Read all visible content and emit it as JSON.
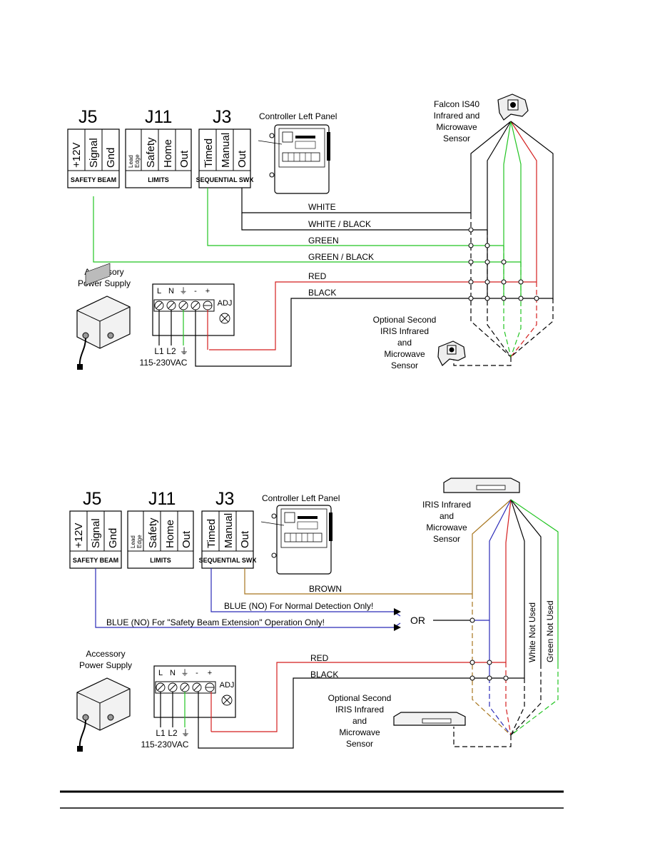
{
  "diagram1": {
    "j5": {
      "title": "J5",
      "terms": [
        "+12V",
        "Signal",
        "Gnd"
      ],
      "caption": "SAFETY BEAM"
    },
    "j11": {
      "title": "J11",
      "lead_top": "Lead",
      "lead_bottom": "Edge",
      "terms": [
        "Safety",
        "Home",
        "Out"
      ],
      "caption": "LIMITS"
    },
    "j3": {
      "title": "J3",
      "terms": [
        "Timed",
        "Manual",
        "Out"
      ],
      "caption": "SEQUENTIAL SWX"
    },
    "controller_label": "Controller Left Panel",
    "sensor_label": [
      "Falcon IS40",
      "Infrared and",
      "Microwave",
      "Sensor"
    ],
    "optional_label": [
      "Optional Second",
      "IRIS Infrared",
      "and",
      "Microwave",
      "Sensor"
    ],
    "wires": [
      "WHITE",
      "WHITE / BLACK",
      "GREEN",
      "GREEN / BLACK",
      "RED",
      "BLACK"
    ],
    "power_supply_label": [
      "Accessory",
      "Power Supply"
    ],
    "terminals": [
      "L",
      "N",
      "⏚",
      "-",
      "+"
    ],
    "adj": "ADJ",
    "mains": [
      "L1",
      "L2",
      "⏚"
    ],
    "voltage": "115-230VAC"
  },
  "diagram2": {
    "j5": {
      "title": "J5",
      "terms": [
        "+12V",
        "Signal",
        "Gnd"
      ],
      "caption": "SAFETY BEAM"
    },
    "j11": {
      "title": "J11",
      "lead_top": "Lead",
      "lead_bottom": "Edge",
      "terms": [
        "Safety",
        "Home",
        "Out"
      ],
      "caption": "LIMITS"
    },
    "j3": {
      "title": "J3",
      "terms": [
        "Timed",
        "Manual",
        "Out"
      ],
      "caption": "SEQUENTIAL SWX"
    },
    "controller_label": "Controller Left Panel",
    "sensor_label": [
      "IRIS Infrared",
      "and",
      "Microwave",
      "Sensor"
    ],
    "optional_label": [
      "Optional Second",
      "IRIS Infrared",
      "and",
      "Microwave",
      "Sensor"
    ],
    "wires": [
      "BROWN",
      "BLUE (NO)  For Normal Detection Only!",
      "BLUE (NO)  For \"Safety Beam Extension\" Operation Only!",
      "RED",
      "BLACK"
    ],
    "or_label": "OR",
    "not_used": [
      "White Not Used",
      "Green Not Used"
    ],
    "power_supply_label": [
      "Accessory",
      "Power Supply"
    ],
    "terminals": [
      "L",
      "N",
      "⏚",
      "-",
      "+"
    ],
    "adj": "ADJ",
    "mains": [
      "L1",
      "L2",
      "⏚"
    ],
    "voltage": "115-230VAC"
  },
  "colors": {
    "green": "#22c422",
    "red": "#d41f1f",
    "blue": "#2a2ab8",
    "brown": "#a8761e",
    "black": "#000000"
  }
}
